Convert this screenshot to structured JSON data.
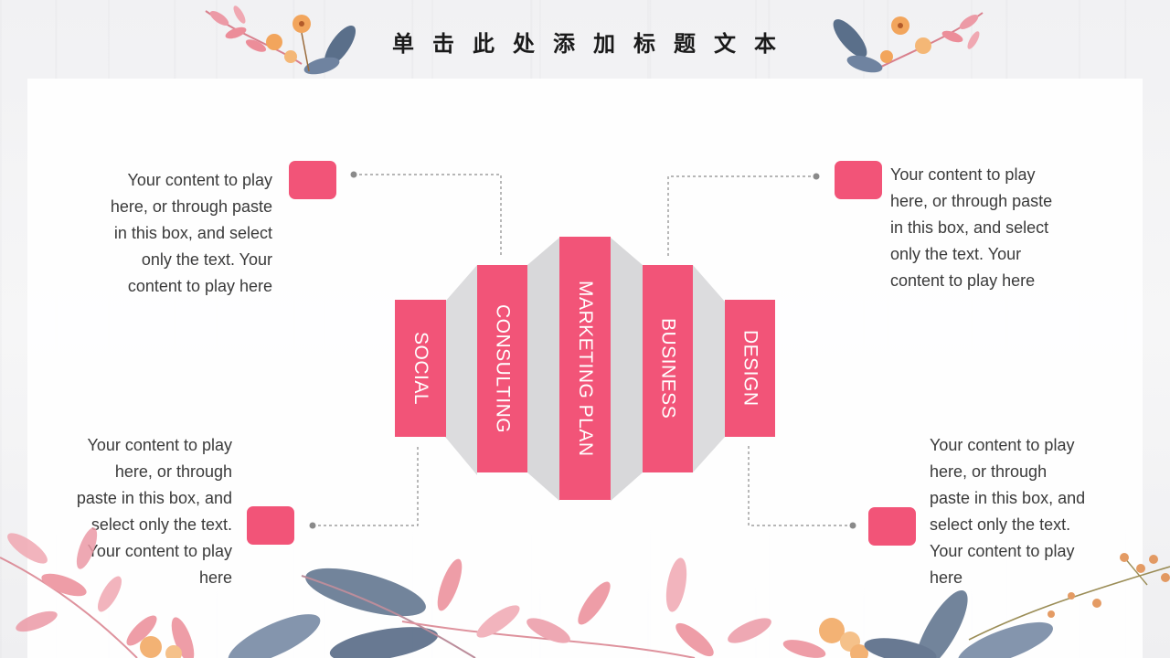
{
  "slide": {
    "title": "单击此处添加标题文本"
  },
  "colors": {
    "accent": "#f25478",
    "shadow": "#d9d9db",
    "connector": "#8a8a8a",
    "text": "#3a3a3a",
    "leaf_pink": "#ec8d99",
    "leaf_blue": "#5a6f8a",
    "flower_orange": "#f2a55c"
  },
  "bars": [
    {
      "label": "SOCIAL"
    },
    {
      "label": "CONSULTING"
    },
    {
      "label": "MARKETING PLAN"
    },
    {
      "label": "BUSINESS"
    },
    {
      "label": "DESIGN"
    }
  ],
  "text_blocks": {
    "top_left": [
      "Your content to play",
      "here, or through paste",
      "in this box, and select",
      "only the text. Your",
      "content to play here"
    ],
    "top_right": [
      "Your content to play",
      "here, or through paste",
      "in this box, and select",
      "only the text. Your",
      "content to play here"
    ],
    "bottom_left": [
      "Your content to play",
      "here, or through",
      "paste in this box, and",
      "select only the text.",
      "Your content to play",
      "here"
    ],
    "bottom_right": [
      "Your content to play",
      "here, or through",
      "paste in this box, and",
      "select only the text.",
      "Your content to play",
      "here"
    ]
  },
  "decorations": [
    {
      "icon": "floral-corner-top-left"
    },
    {
      "icon": "floral-corner-top-right"
    },
    {
      "icon": "floral-border-bottom"
    }
  ]
}
